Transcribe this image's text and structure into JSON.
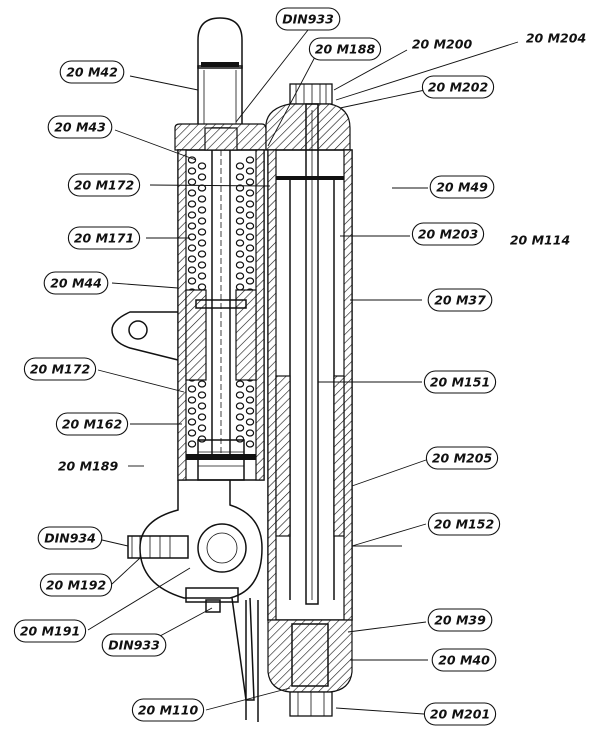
{
  "drawing": {
    "title": "",
    "colors": {
      "ink": "#111111",
      "paper": "#ffffff"
    },
    "labels": [
      {
        "id": "din933-top",
        "text": "DIN933",
        "boxed": true
      },
      {
        "id": "20m42",
        "text": "20 M42",
        "boxed": true
      },
      {
        "id": "20m188",
        "text": "20 M188",
        "boxed": true
      },
      {
        "id": "20m200",
        "text": "20 M200",
        "boxed": false
      },
      {
        "id": "20m204",
        "text": "20 M204",
        "boxed": false
      },
      {
        "id": "20m202",
        "text": "20 M202",
        "boxed": true
      },
      {
        "id": "20m43",
        "text": "20 M43",
        "boxed": true
      },
      {
        "id": "20m172-top",
        "text": "20 M172",
        "boxed": true
      },
      {
        "id": "20m49",
        "text": "20 M49",
        "boxed": true
      },
      {
        "id": "20m171",
        "text": "20 M171",
        "boxed": true
      },
      {
        "id": "20m203",
        "text": "20 M203",
        "boxed": true
      },
      {
        "id": "20m114",
        "text": "20 M114",
        "boxed": false
      },
      {
        "id": "20m44",
        "text": "20 M44",
        "boxed": true
      },
      {
        "id": "20m37",
        "text": "20 M37",
        "boxed": true
      },
      {
        "id": "20m172-mid",
        "text": "20 M172",
        "boxed": true
      },
      {
        "id": "20m151",
        "text": "20 M151",
        "boxed": true
      },
      {
        "id": "20m162",
        "text": "20 M162",
        "boxed": true
      },
      {
        "id": "20m189",
        "text": "20 M189",
        "boxed": false
      },
      {
        "id": "20m205",
        "text": "20 M205",
        "boxed": true
      },
      {
        "id": "din934",
        "text": "DIN934",
        "boxed": true
      },
      {
        "id": "20m152",
        "text": "20 M152",
        "boxed": true
      },
      {
        "id": "20m192",
        "text": "20 M192",
        "boxed": true
      },
      {
        "id": "20m191",
        "text": "20 M191",
        "boxed": true
      },
      {
        "id": "din933-bottom",
        "text": "DIN933",
        "boxed": true
      },
      {
        "id": "20m39",
        "text": "20 M39",
        "boxed": true
      },
      {
        "id": "20m40",
        "text": "20 M40",
        "boxed": true
      },
      {
        "id": "20m110",
        "text": "20 M110",
        "boxed": true
      },
      {
        "id": "20m201",
        "text": "20 M201",
        "boxed": true
      }
    ]
  }
}
